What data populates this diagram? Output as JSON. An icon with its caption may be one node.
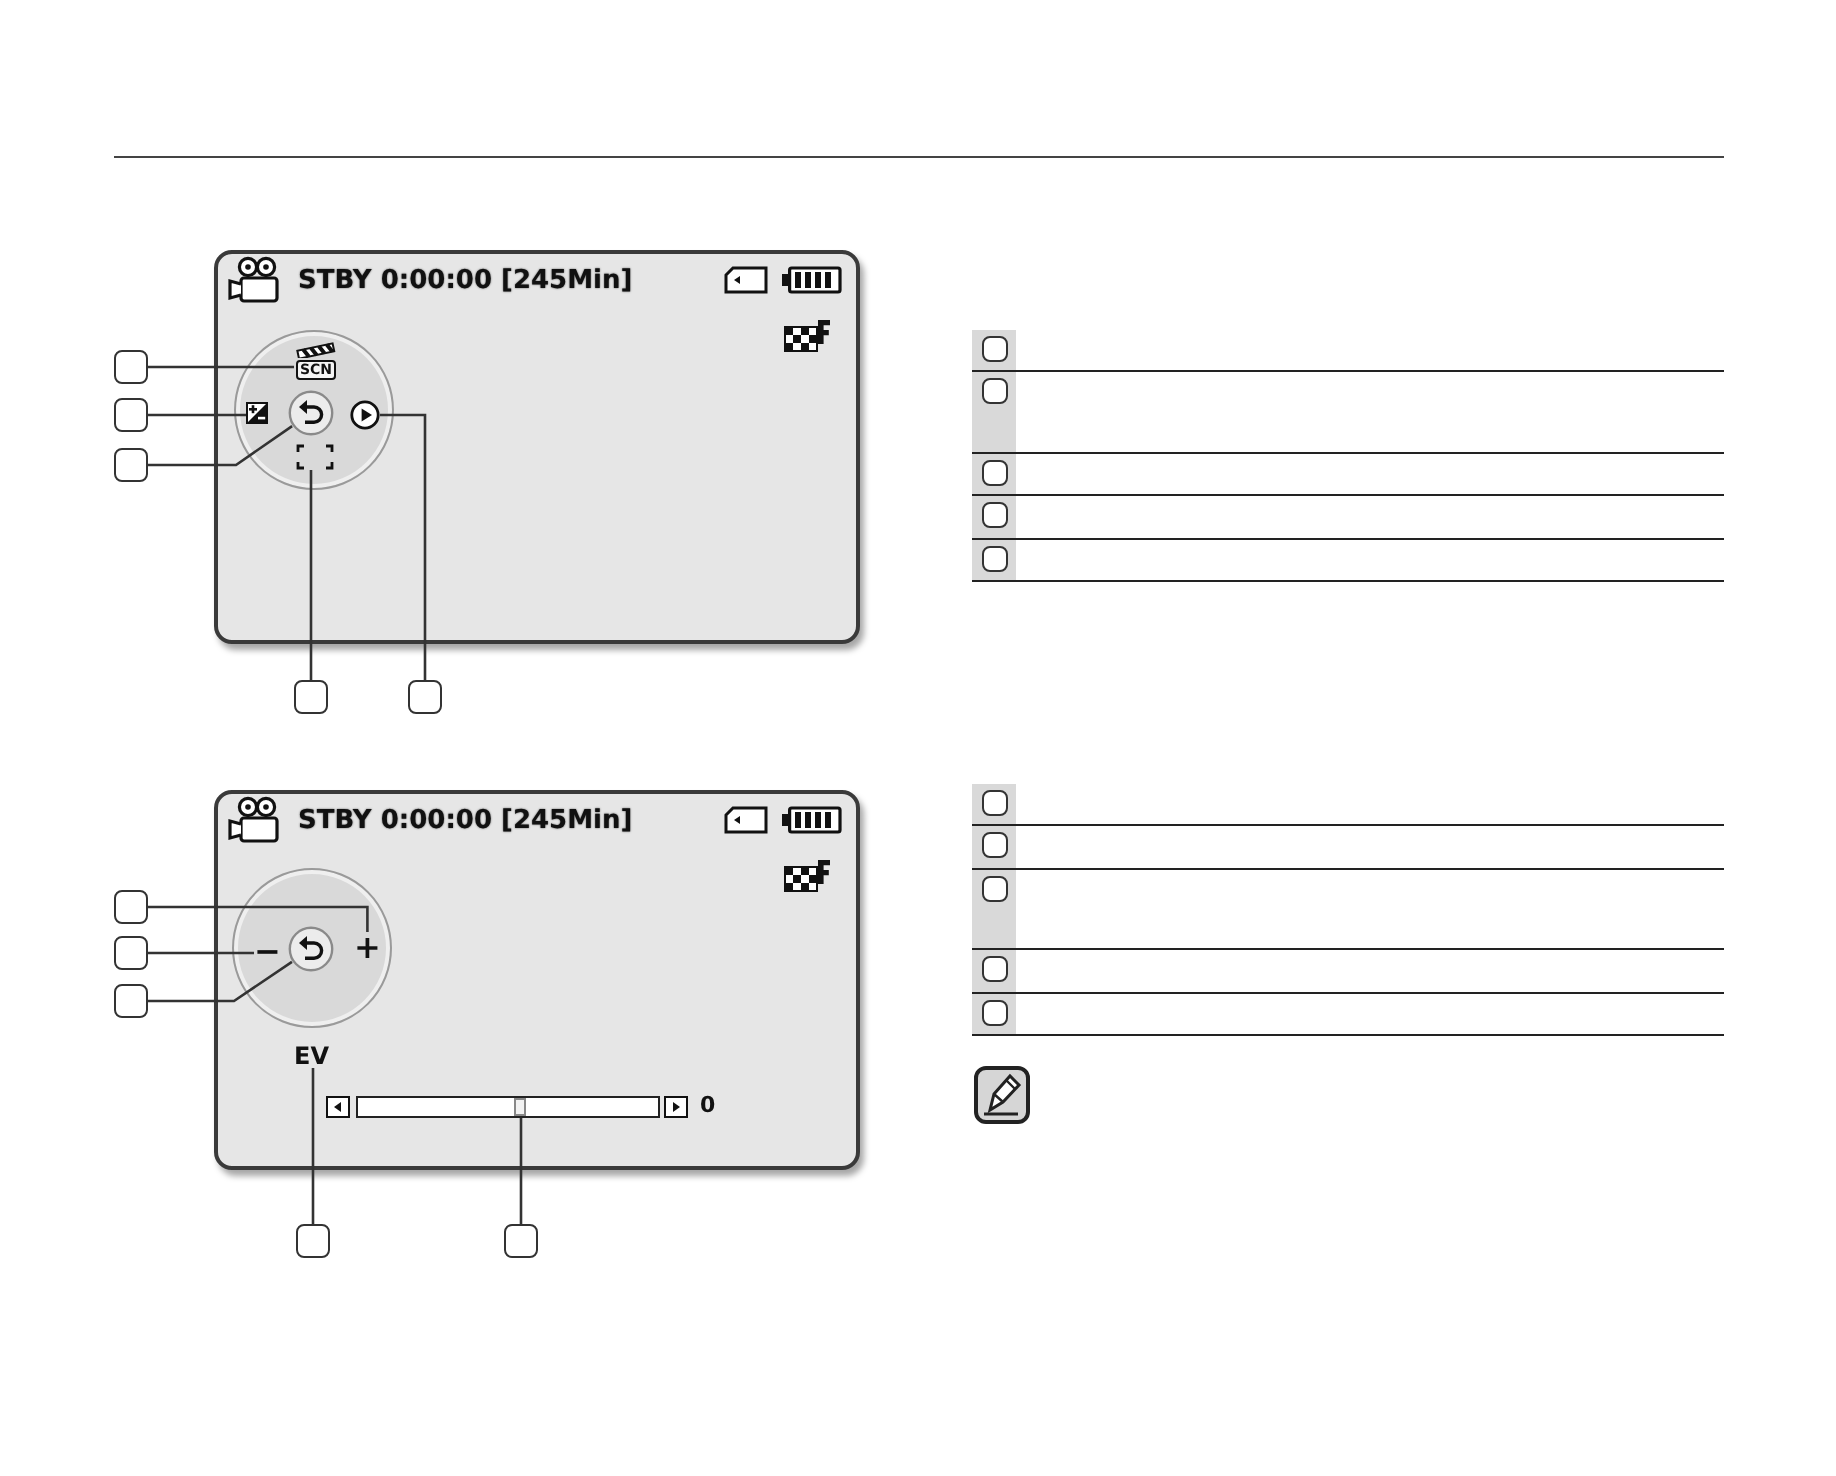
{
  "diagram": {
    "nodes": [
      {
        "text": [
          "STBY 0:00:00 [245Min]"
        ]
      },
      {
        "text": [],
        "shape": "circle",
        "in": 0
      },
      {
        "text": [
          "SCN"
        ],
        "in": 1
      },
      {
        "text": [],
        "shape": "picture",
        "in": 1
      },
      {
        "text": [],
        "shape": "circle",
        "in": 1
      },
      {
        "text": [],
        "shape": "circle",
        "in": 1
      },
      {
        "text": [],
        "shape": "picture",
        "in": 1
      },
      {
        "text": [],
        "shape": "box"
      },
      {
        "text": [],
        "shape": "box"
      },
      {
        "text": [],
        "shape": "box"
      },
      {
        "text": [],
        "shape": "box"
      },
      {
        "text": [],
        "shape": "box"
      },
      {
        "text": [
          "STBY 0:00:00 [245Min]"
        ]
      },
      {
        "text": [],
        "shape": "circle",
        "in": 12
      },
      {
        "text": [
          "+"
        ],
        "in": 13
      },
      {
        "text": [
          "−"
        ],
        "in": 13
      },
      {
        "text": [],
        "shape": "circle",
        "in": 13
      },
      {
        "text": [
          "EV"
        ],
        "in": 12
      },
      {
        "text": [],
        "shape": "bar",
        "in": 12,
        "beside": [
          "0"
        ]
      },
      {
        "text": [],
        "shape": "box"
      },
      {
        "text": [],
        "shape": "box"
      },
      {
        "text": [],
        "shape": "box"
      },
      {
        "text": [],
        "shape": "box"
      },
      {
        "text": [],
        "shape": "box"
      },
      {
        "text": [],
        "shape": "box"
      },
      {
        "text": [],
        "shape": "box"
      },
      {
        "text": [],
        "shape": "box"
      },
      {
        "text": [],
        "shape": "box"
      },
      {
        "text": [],
        "shape": "box"
      },
      {
        "text": [],
        "shape": "box"
      },
      {
        "text": [],
        "shape": "box"
      },
      {
        "text": [],
        "shape": "box"
      },
      {
        "text": [],
        "shape": "box"
      },
      {
        "text": [],
        "shape": "box"
      }
    ],
    "edges": [
      {
        "from": 7,
        "to": 2,
        "arrow": "none"
      },
      {
        "from": 8,
        "to": 3,
        "arrow": "none"
      },
      {
        "from": 9,
        "to": 4,
        "arrow": "none"
      },
      {
        "from": 10,
        "to": 6,
        "arrow": "none"
      },
      {
        "from": 11,
        "to": 5,
        "arrow": "none"
      },
      {
        "from": 19,
        "to": 14,
        "arrow": "none"
      },
      {
        "from": 20,
        "to": 15,
        "arrow": "none"
      },
      {
        "from": 21,
        "to": 16,
        "arrow": "none"
      },
      {
        "from": 22,
        "to": 17,
        "arrow": "none"
      },
      {
        "from": 23,
        "to": 18,
        "arrow": "none"
      }
    ]
  }
}
